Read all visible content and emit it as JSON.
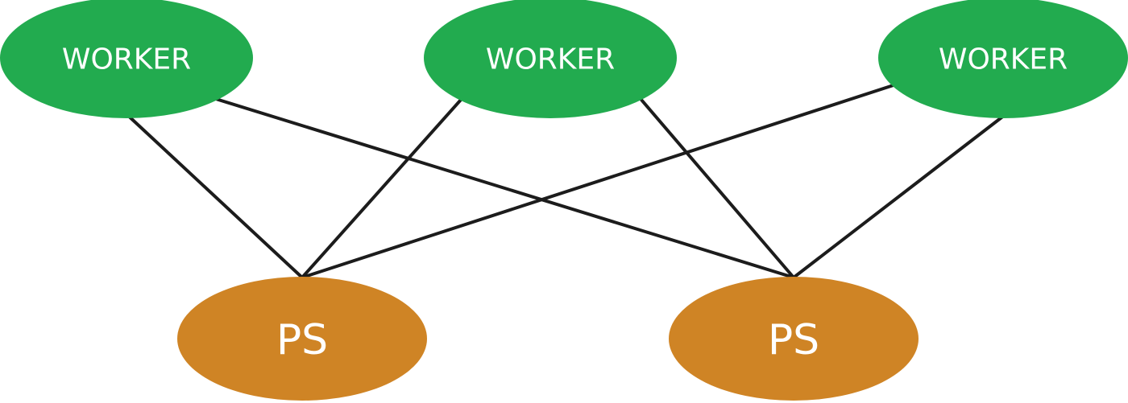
{
  "colors": {
    "worker_fill": "#22ab4f",
    "ps_fill": "#cf8425",
    "edge": "#1c1c1c",
    "label_text": "#ffffff",
    "background": "#ffffff"
  },
  "nodes": {
    "worker_1": {
      "label": "WORKER"
    },
    "worker_2": {
      "label": "WORKER"
    },
    "worker_3": {
      "label": "WORKER"
    },
    "ps_1": {
      "label": "PS"
    },
    "ps_2": {
      "label": "PS"
    }
  },
  "edges": [
    {
      "from": "worker_1",
      "to": "ps_1"
    },
    {
      "from": "worker_1",
      "to": "ps_2"
    },
    {
      "from": "worker_2",
      "to": "ps_1"
    },
    {
      "from": "worker_2",
      "to": "ps_2"
    },
    {
      "from": "worker_3",
      "to": "ps_1"
    },
    {
      "from": "worker_3",
      "to": "ps_2"
    }
  ]
}
